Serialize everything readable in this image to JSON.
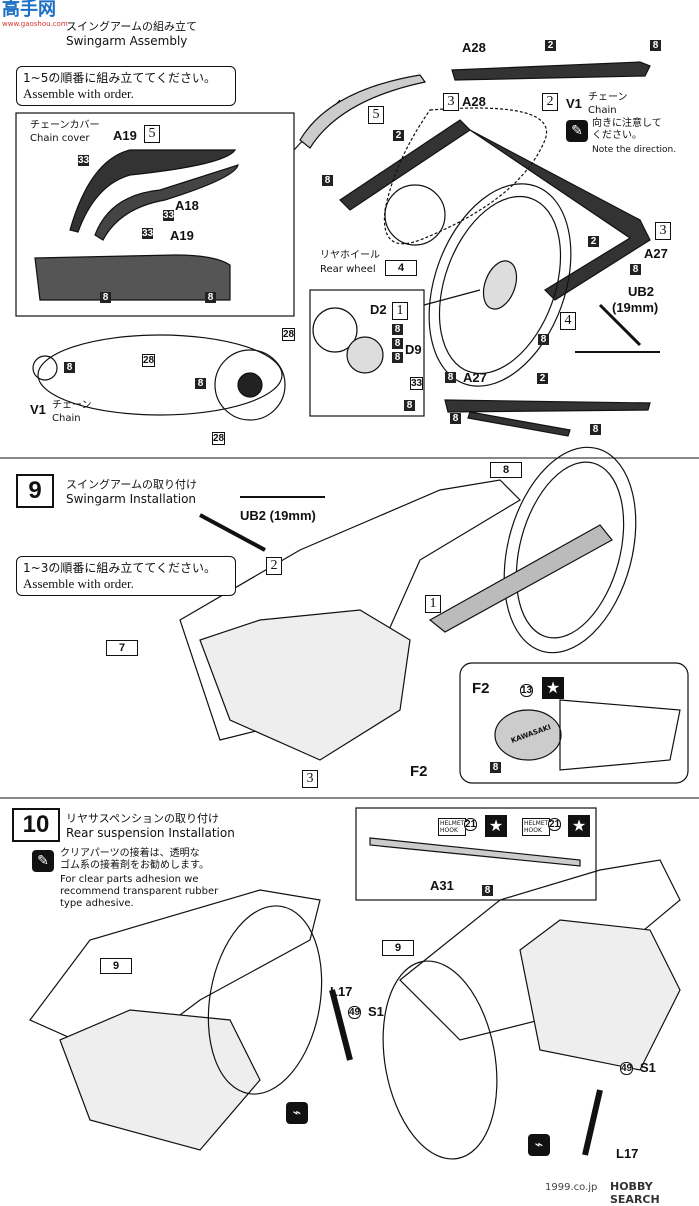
{
  "header": {
    "logo_text": "高手网",
    "logo_sub": "www.gaoshou.com"
  },
  "step8": {
    "title_jp": "スイングアームの組み立て",
    "title_en": "Swingarm Assembly",
    "order_jp": "1~5の順番に組み立ててください。",
    "order_en": "Assemble with order.",
    "chain_cover_jp": "チェーンカバー",
    "chain_cover_en": "Chain cover",
    "rear_wheel_jp": "リヤホイール",
    "rear_wheel_en": "Rear wheel",
    "chain_jp": "チェーン",
    "chain_en": "Chain",
    "direction_jp": "向きに注意して\nください。",
    "direction_en": "Note the direction.",
    "labels": {
      "a28": "A28",
      "a19": "A19",
      "a18": "A18",
      "a27": "A27",
      "v1": "V1",
      "d2": "D2",
      "d9": "D9",
      "ub2": "UB2",
      "ub2_size": "(19mm)",
      "n4": "4",
      "n2": "2",
      "n8": "8",
      "n33": "33",
      "n28": "28"
    },
    "seq": [
      "1",
      "2",
      "3",
      "4",
      "5"
    ]
  },
  "step9": {
    "number": "9",
    "title_jp": "スイングアームの取り付け",
    "title_en": "Swingarm Installation",
    "order_jp": "1~3の順番に組み立ててください。",
    "order_en": "Assemble with order.",
    "ub2": "UB2 (19mm)",
    "f2": "F2",
    "n7": "7",
    "n8": "8",
    "n13": "13",
    "kawasaki": "KAWASAKI"
  },
  "step10": {
    "number": "10",
    "title_jp": "リヤサスペンションの取り付け",
    "title_en": "Rear suspension Installation",
    "tip_jp": "クリアパーツの接着は、透明な\nゴム系の接着剤をお勧めします。",
    "tip_en": "For clear parts adhesion we\nrecommend transparent rubber\ntype adhesive.",
    "helmet_hook": "HELMET\nHOOK",
    "a31": "A31",
    "l17": "L17",
    "s1": "S1",
    "n9": "9",
    "n21": "21",
    "n49": "49",
    "n8": "8"
  },
  "watermark": {
    "text": "1999.co.jp",
    "brand": "HOBBY SEARCH"
  }
}
